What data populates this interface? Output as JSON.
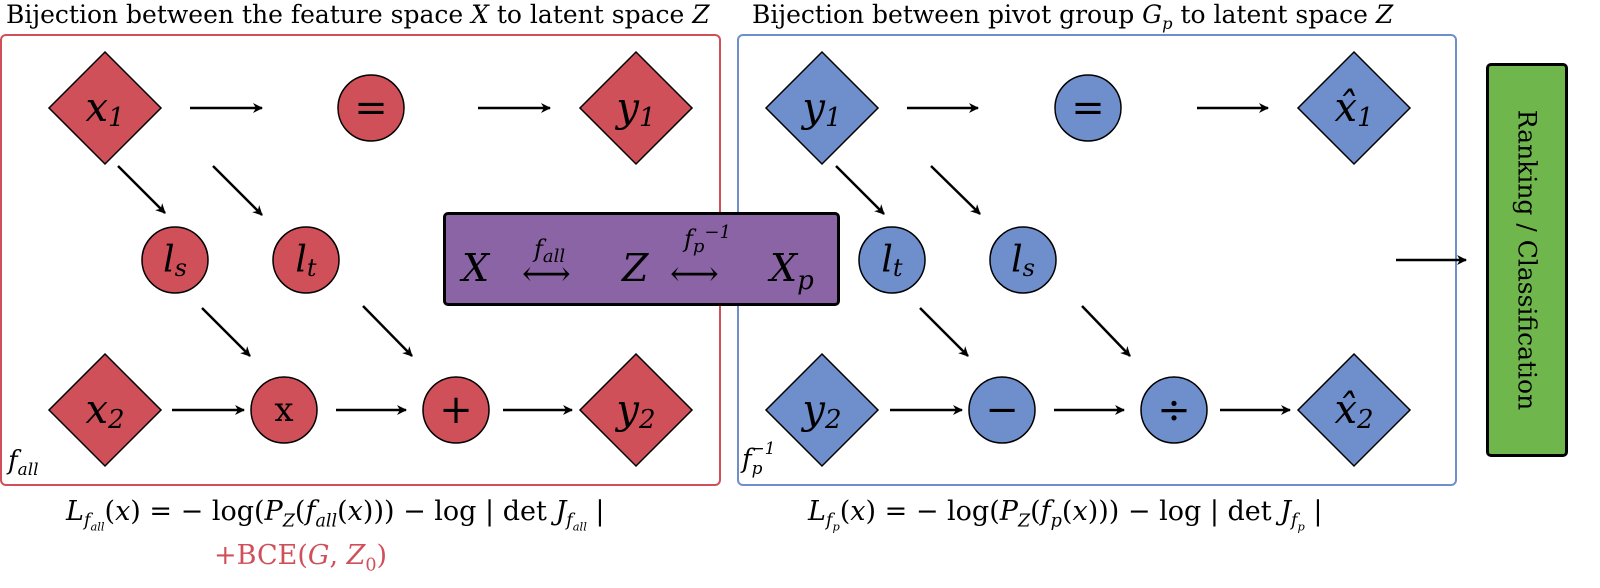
{
  "left_title": "Bijection between the feature space X to latent space Z",
  "right_title": "Bijection between pivot group Gp to latent space Z",
  "left_corner": "fall",
  "right_corner": "fp−1",
  "middle_box": "X ⟷fall Z ⟷fp−1 Xp",
  "side_box": "Ranking / Classification",
  "left_loss": "Lfall(x) = − log(PZ(fall(x))) − log | det Jfall |",
  "left_loss_extra": "+BCE(G, Z0)",
  "right_loss": "Lfp(x) = − log(PZ(fp(x))) − log | det Jfp |",
  "nodes": {
    "left": {
      "x1": "x1",
      "eq": "=",
      "y1": "y1",
      "ls": "ls",
      "lt": "lt",
      "x2": "x2",
      "mul": "x",
      "plus": "+",
      "y2": "y2"
    },
    "right": {
      "y1": "y1",
      "eq": "=",
      "xh1": "x̂1",
      "lt": "lt",
      "ls": "ls",
      "y2": "y2",
      "minus": "−",
      "div": "÷",
      "xh2": "x̂2"
    }
  },
  "colors": {
    "red": "#d0505a",
    "blue": "#6f8fcc",
    "purple": "#8b64a6",
    "green": "#6fb64c"
  }
}
